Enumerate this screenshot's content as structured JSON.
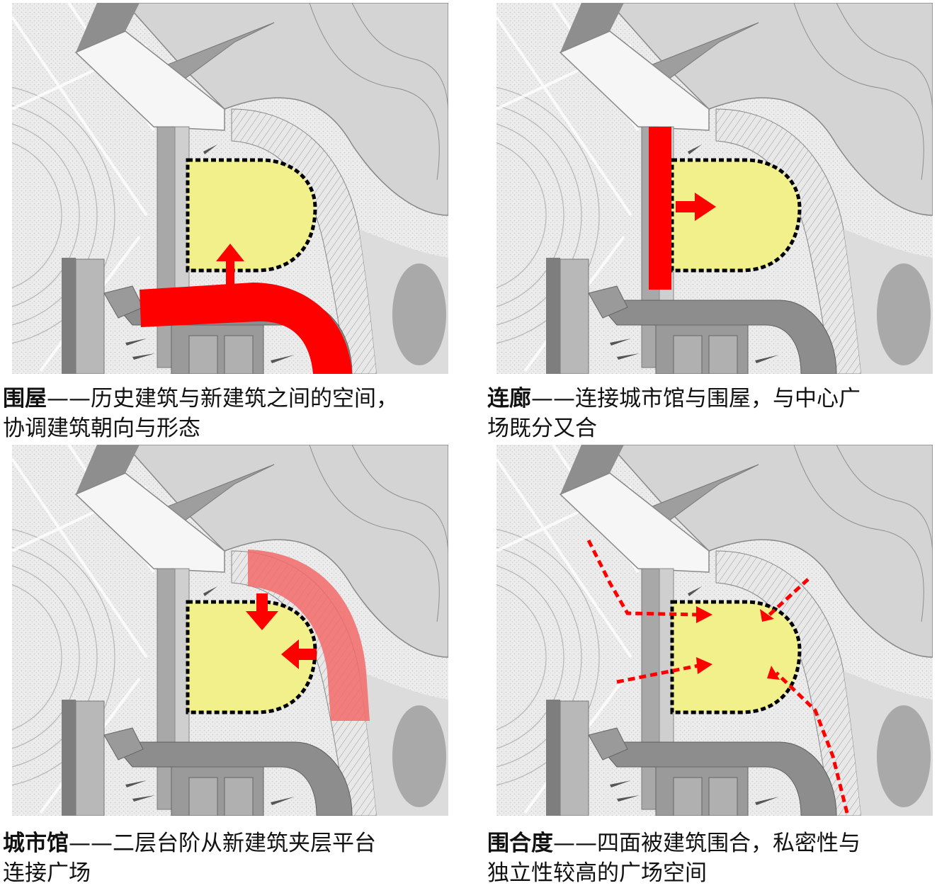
{
  "panels": [
    {
      "title": "围屋",
      "dash": "——",
      "text_line1": "历史建筑与新建筑之间的空间，",
      "text_line2": "协调建筑朝向与形态",
      "highlight_color": "#ff0000"
    },
    {
      "title": "连廊",
      "dash": "——",
      "text_line1": "连接城市馆与围屋，与中心广",
      "text_line2": "场既分又合",
      "highlight_color": "#ff0000"
    },
    {
      "title": "城市馆",
      "dash": "——",
      "text_line1": "二层台阶从新建筑夹层平台",
      "text_line2": "连接广场",
      "highlight_color": "#f26a6a"
    },
    {
      "title": "围合度",
      "dash": "——",
      "text_line1": "四面被建筑围合，私密性与",
      "text_line2": "独立性较高的广场空间",
      "highlight_color": "#ff0000"
    }
  ],
  "colors": {
    "plaza_fill": "#f2f08a",
    "plaza_border": "#000000",
    "ground": "#eeeeee",
    "building_light": "#d9d9d9",
    "building_mid": "#a6a6a6",
    "building_dark": "#7a7a7a"
  }
}
